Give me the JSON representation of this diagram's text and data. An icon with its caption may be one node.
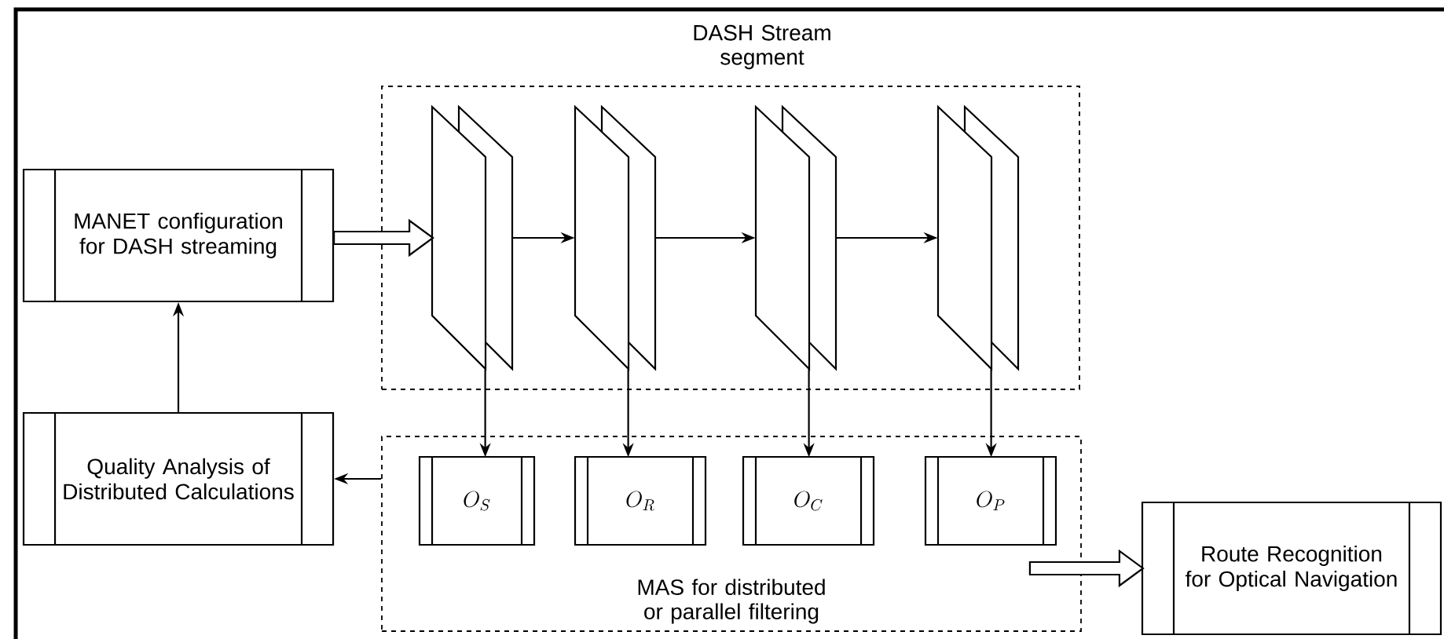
{
  "diagram": {
    "nodes": [
      {
        "text": [
          "DASH Stream segment"
        ]
      },
      {
        "text": [],
        "shape": "parallelogram",
        "in": 0
      },
      {
        "text": [],
        "shape": "parallelogram",
        "in": 0
      },
      {
        "text": [],
        "shape": "parallelogram",
        "in": 0
      },
      {
        "text": [],
        "shape": "parallelogram",
        "in": 0
      },
      {
        "text": [
          "MANET configuration for DASH streaming"
        ]
      },
      {
        "text": [
          "Quality Analysis of Distributed Calculations"
        ]
      },
      {
        "text": [
          "MAS for distributed or parallel filtering"
        ]
      },
      {
        "text": [
          "O_S"
        ],
        "in": 7
      },
      {
        "text": [
          "O_R"
        ],
        "in": 7
      },
      {
        "text": [
          "O_C"
        ],
        "in": 7
      },
      {
        "text": [
          "O_P"
        ],
        "in": 7
      },
      {
        "text": [
          "Route Recognition for Optical Navigation"
        ]
      }
    ],
    "edges": [
      {
        "from": 5,
        "to": 1,
        "arrow": "to",
        "style": "thick"
      },
      {
        "from": 1,
        "to": 2,
        "arrow": "to"
      },
      {
        "from": 2,
        "to": 3,
        "arrow": "to"
      },
      {
        "from": 3,
        "to": 4,
        "arrow": "to"
      },
      {
        "from": 1,
        "to": 8,
        "arrow": "to"
      },
      {
        "from": 2,
        "to": 9,
        "arrow": "to"
      },
      {
        "from": 3,
        "to": 10,
        "arrow": "to"
      },
      {
        "from": 4,
        "to": 11,
        "arrow": "to"
      },
      {
        "from": 7,
        "to": 6,
        "arrow": "to"
      },
      {
        "from": 6,
        "to": 5,
        "arrow": "to"
      },
      {
        "from": 7,
        "to": 12,
        "arrow": "to",
        "style": "thick"
      }
    ]
  }
}
